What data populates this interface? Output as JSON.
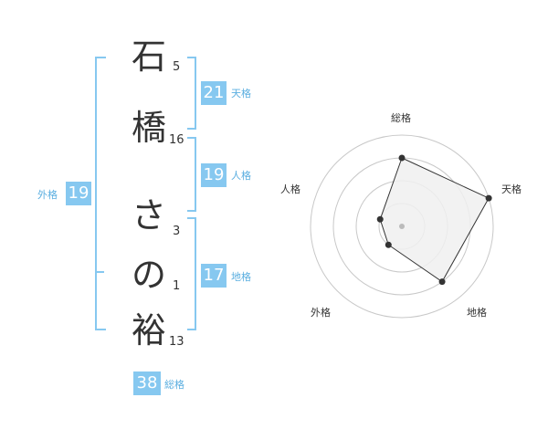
{
  "name_chars": [
    {
      "char": "石",
      "strokes": "5"
    },
    {
      "char": "橋",
      "strokes": "16"
    },
    {
      "char": "さ",
      "strokes": "3"
    },
    {
      "char": "の",
      "strokes": "1"
    },
    {
      "char": "裕",
      "strokes": "13"
    }
  ],
  "fortunes": {
    "tenkaku": {
      "value": "21",
      "label": "天格"
    },
    "jinkaku": {
      "value": "19",
      "label": "人格"
    },
    "chikaku": {
      "value": "17",
      "label": "地格"
    },
    "gaikaku": {
      "value": "19",
      "label": "外格"
    },
    "soukaku": {
      "value": "38",
      "label": "総格"
    }
  },
  "colors": {
    "accent": "#86c8f0",
    "accent_text": "#5aaee0",
    "radar_fill": "#f0f0f0"
  },
  "chart_data": {
    "type": "radar",
    "axes": [
      "総格",
      "天格",
      "地格",
      "外格",
      "人格"
    ],
    "values": [
      0.75,
      1.0,
      0.75,
      0.25,
      0.25
    ],
    "max": 1.0,
    "rings": 4
  }
}
